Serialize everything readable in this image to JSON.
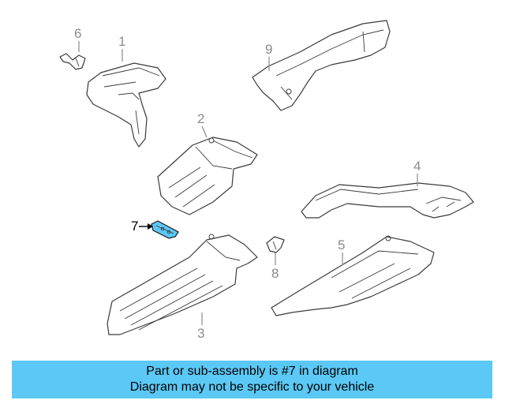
{
  "callouts": {
    "c1": "1",
    "c2": "2",
    "c3": "3",
    "c4": "4",
    "c5": "5",
    "c6": "6",
    "c7": "7",
    "c8": "8",
    "c9": "9"
  },
  "highlight_color": "#5bc8f5",
  "banner": {
    "line1": "Part or sub-assembly is #7 in diagram",
    "line2": "Diagram may not be specific to your vehicle"
  }
}
